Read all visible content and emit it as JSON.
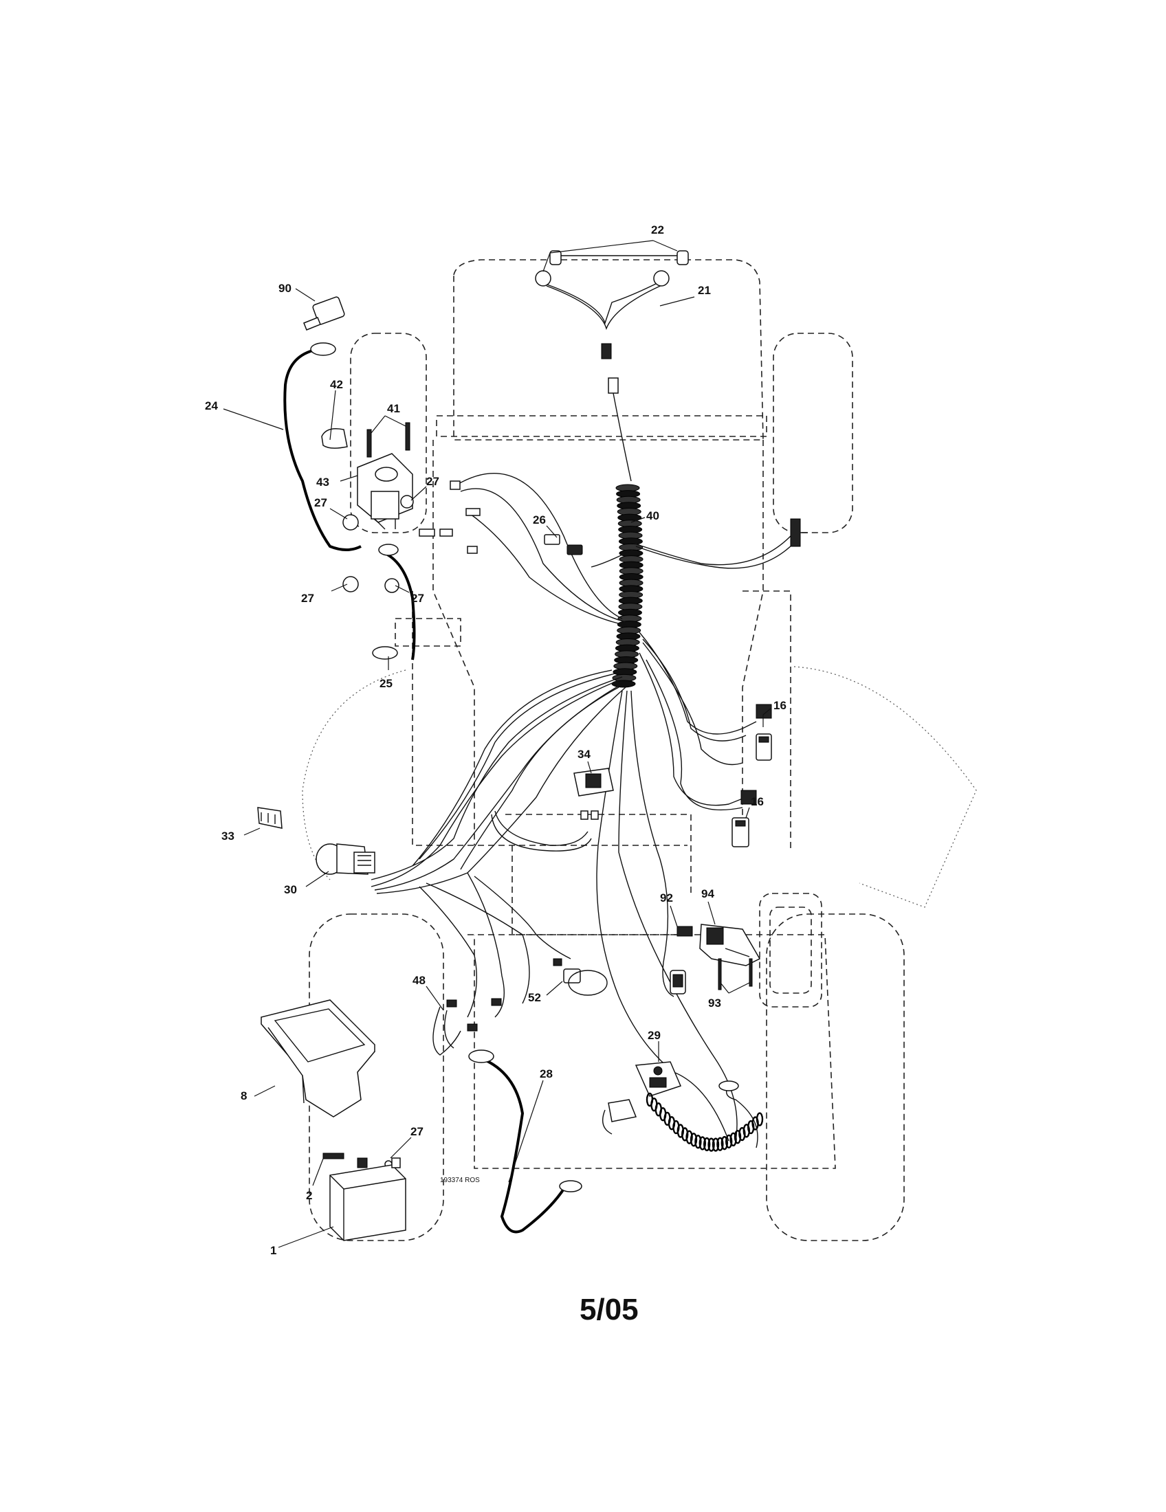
{
  "callouts": {
    "c1": "1",
    "c2": "2",
    "c8": "8",
    "c16a": "16",
    "c16b": "16",
    "c21": "21",
    "c22": "22",
    "c24": "24",
    "c25": "25",
    "c26": "26",
    "c27a": "27",
    "c27b": "27",
    "c27c": "27",
    "c27d": "27",
    "c27e": "27",
    "c28": "28",
    "c29": "29",
    "c30": "30",
    "c33": "33",
    "c34": "34",
    "c40": "40",
    "c41": "41",
    "c42": "42",
    "c43": "43",
    "c48": "48",
    "c52": "52",
    "c90": "90",
    "c92": "92",
    "c93": "93",
    "c94": "94"
  },
  "drawing_ref": "193374 ROS",
  "footer_date": "5/05"
}
